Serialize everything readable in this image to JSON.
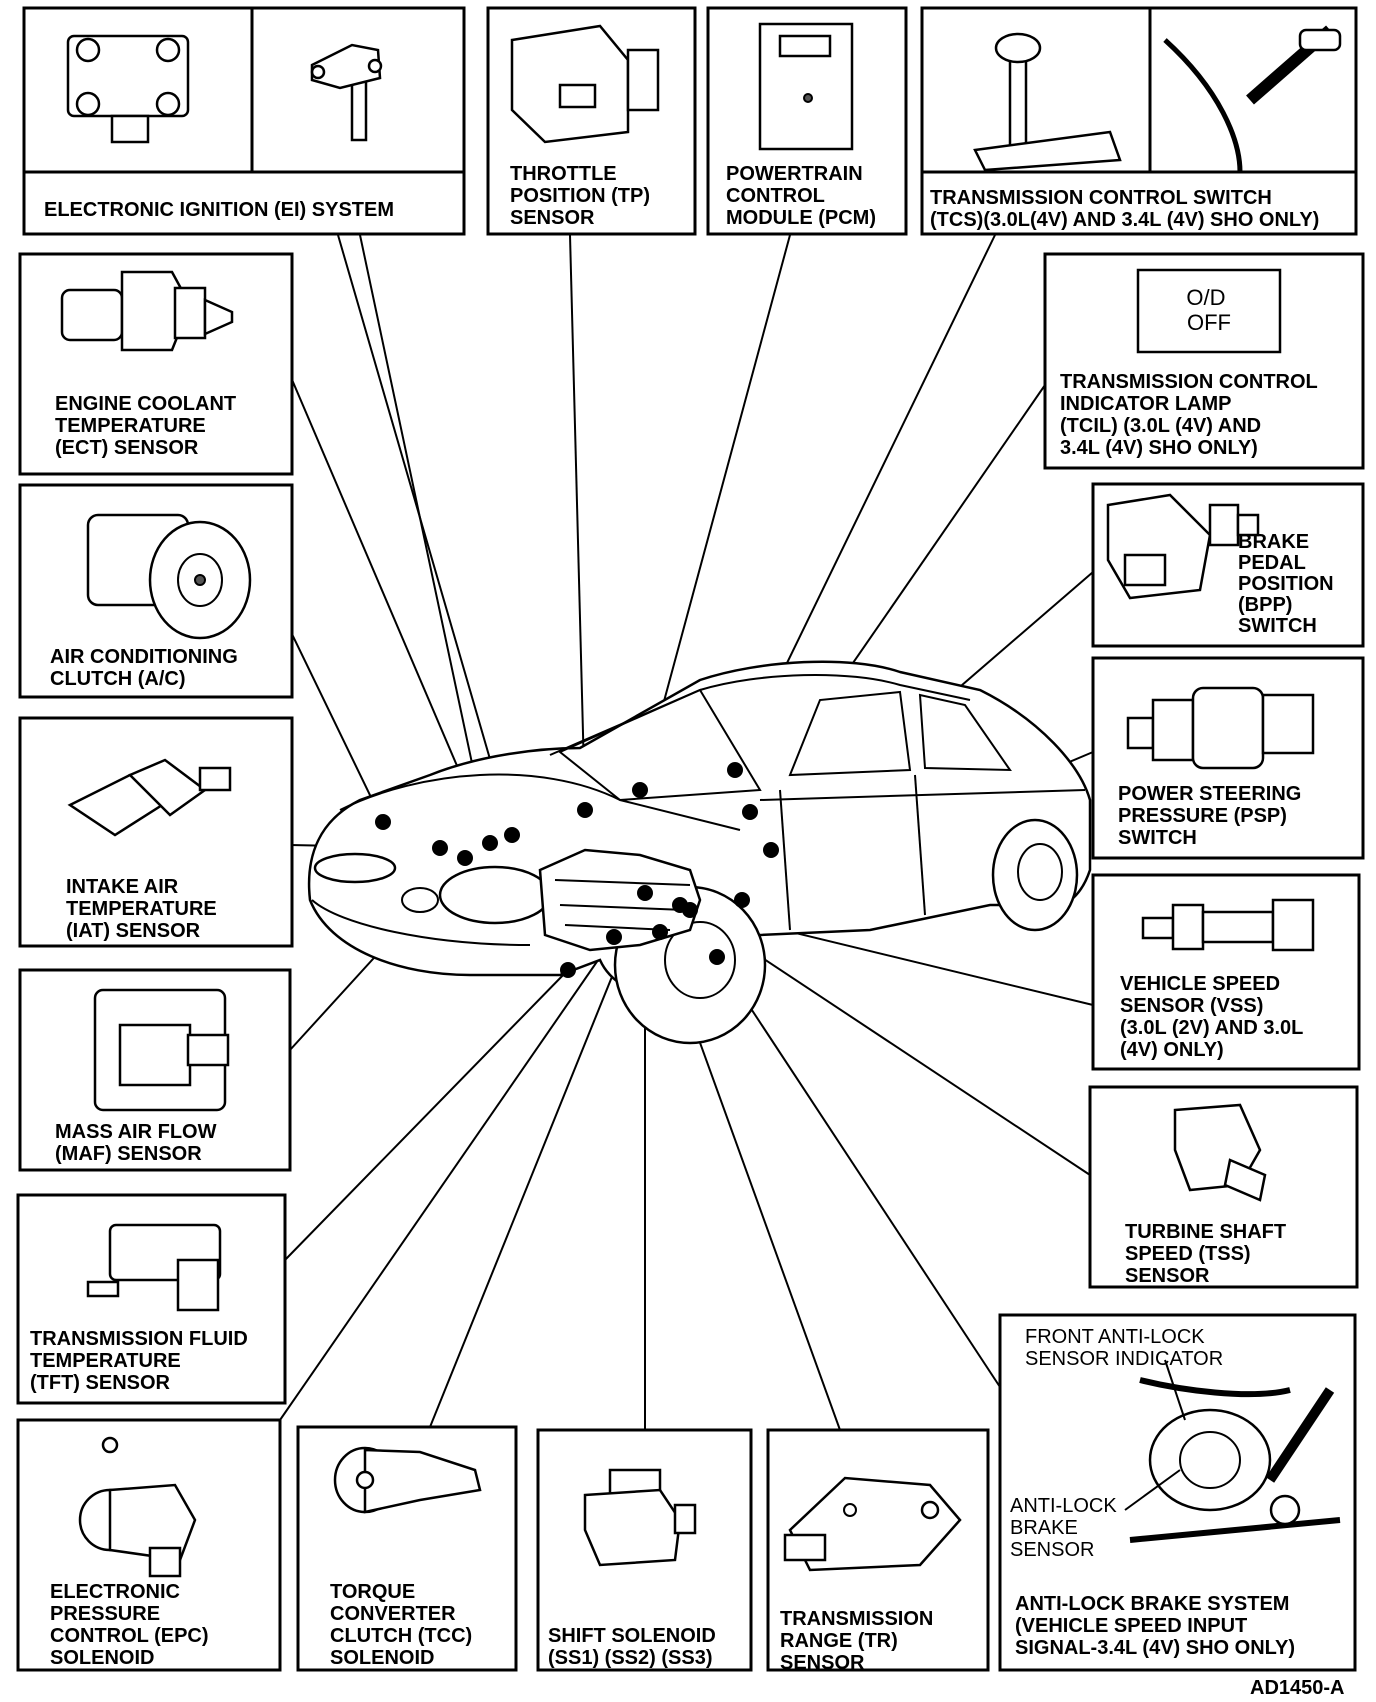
{
  "figure_id": "AD1450-A",
  "components": [
    {
      "id": "ei",
      "lines": [
        "ELECTRONIC IGNITION (EI) SYSTEM"
      ]
    },
    {
      "id": "tp",
      "lines": [
        "THROTTLE",
        "POSITION (TP)",
        "SENSOR"
      ]
    },
    {
      "id": "pcm",
      "lines": [
        "POWERTRAIN",
        "CONTROL",
        "MODULE (PCM)"
      ]
    },
    {
      "id": "tcs",
      "lines": [
        "TRANSMISSION CONTROL SWITCH",
        "(TCS)(3.0L(4V) AND 3.4L (4V) SHO ONLY)"
      ]
    },
    {
      "id": "ect",
      "lines": [
        "ENGINE COOLANT",
        "TEMPERATURE",
        "(ECT) SENSOR"
      ]
    },
    {
      "id": "tcil",
      "lines": [
        "TRANSMISSION CONTROL",
        "INDICATOR LAMP",
        "(TCIL) (3.0L (4V) AND",
        "3.4L (4V) SHO ONLY)"
      ]
    },
    {
      "id": "ac",
      "lines": [
        "AIR CONDITIONING",
        "CLUTCH (A/C)"
      ]
    },
    {
      "id": "bpp",
      "lines": [
        "BRAKE",
        "PEDAL",
        "POSITION",
        "(BPP)",
        "SWITCH"
      ]
    },
    {
      "id": "iat",
      "lines": [
        "INTAKE AIR",
        "TEMPERATURE",
        "(IAT) SENSOR"
      ]
    },
    {
      "id": "psp",
      "lines": [
        "POWER STEERING",
        "PRESSURE (PSP)",
        "SWITCH"
      ]
    },
    {
      "id": "vss",
      "lines": [
        "VEHICLE SPEED",
        "SENSOR (VSS)",
        "(3.0L (2V) AND 3.0L",
        "(4V) ONLY)"
      ]
    },
    {
      "id": "maf",
      "lines": [
        "MASS AIR FLOW",
        "(MAF) SENSOR"
      ]
    },
    {
      "id": "tss",
      "lines": [
        "TURBINE SHAFT",
        "SPEED (TSS)",
        "SENSOR"
      ]
    },
    {
      "id": "tft",
      "lines": [
        "TRANSMISSION FLUID",
        "TEMPERATURE",
        "(TFT) SENSOR"
      ]
    },
    {
      "id": "abs",
      "lines": [
        "ANTI-LOCK BRAKE SYSTEM",
        "(VEHICLE SPEED INPUT",
        "SIGNAL-3.4L (4V) SHO ONLY)"
      ]
    },
    {
      "id": "epc",
      "lines": [
        "ELECTRONIC",
        "PRESSURE",
        "CONTROL (EPC)",
        "SOLENOID"
      ]
    },
    {
      "id": "tcc",
      "lines": [
        "TORQUE",
        "CONVERTER",
        "CLUTCH (TCC)",
        "SOLENOID"
      ]
    },
    {
      "id": "ss",
      "lines": [
        "SHIFT SOLENOID",
        "(SS1) (SS2) (SS3)"
      ]
    },
    {
      "id": "tr",
      "lines": [
        "TRANSMISSION",
        "RANGE (TR)",
        "SENSOR"
      ]
    }
  ],
  "abs_callouts": {
    "front_indicator": [
      "FRONT ANTI-LOCK",
      "SENSOR INDICATOR"
    ],
    "brake_sensor": [
      "ANTI-LOCK",
      "BRAKE",
      "SENSOR"
    ]
  },
  "tcil_lamp": [
    "O/D",
    "OFF"
  ]
}
